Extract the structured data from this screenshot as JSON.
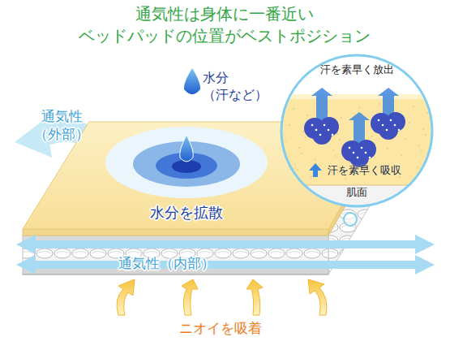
{
  "diagram": {
    "title": "通気性は身体に一番近い ベッドパッドの位置がベストポジション",
    "nodes": [
      {
        "text": [
          "汗を素早く放出",
          "汗を素早く吸収",
          "肌面"
        ]
      }
    ],
    "labels": [
      "水分 （汗など）",
      "通気性 （外部）",
      "水分を拡散",
      "通気性（内部）",
      "ニオイを吸着"
    ]
  }
}
